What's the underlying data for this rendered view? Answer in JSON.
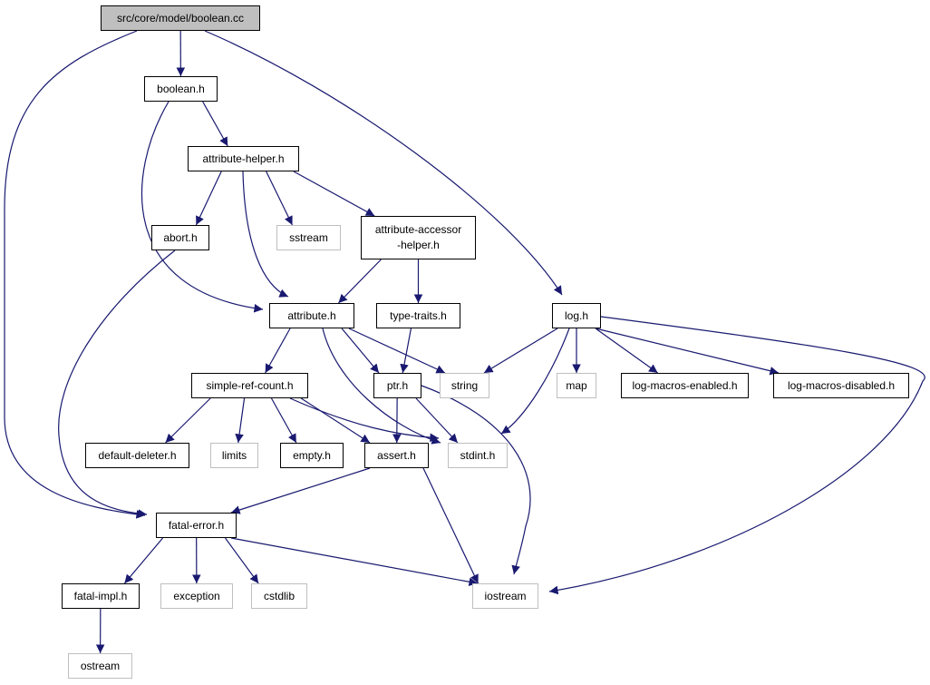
{
  "colors": {
    "edge": "#191970",
    "internal_border": "#000000",
    "external_border": "#bfbfbf",
    "root_fill": "#bfbfbf"
  },
  "nodes": [
    {
      "id": "boolean_cc",
      "label": "src/core/model/boolean.cc",
      "kind": "root"
    },
    {
      "id": "boolean_h",
      "label": "boolean.h",
      "kind": "internal"
    },
    {
      "id": "attribute_helper_h",
      "label": "attribute-helper.h",
      "kind": "internal"
    },
    {
      "id": "abort_h",
      "label": "abort.h",
      "kind": "internal"
    },
    {
      "id": "sstream",
      "label": "sstream",
      "kind": "external"
    },
    {
      "id": "attribute_accessor_helper_h",
      "label": "attribute-accessor\n-helper.h",
      "kind": "internal"
    },
    {
      "id": "attribute_h",
      "label": "attribute.h",
      "kind": "internal"
    },
    {
      "id": "type_traits_h",
      "label": "type-traits.h",
      "kind": "internal"
    },
    {
      "id": "log_h",
      "label": "log.h",
      "kind": "internal"
    },
    {
      "id": "simple_ref_count_h",
      "label": "simple-ref-count.h",
      "kind": "internal"
    },
    {
      "id": "ptr_h",
      "label": "ptr.h",
      "kind": "internal"
    },
    {
      "id": "string",
      "label": "string",
      "kind": "external"
    },
    {
      "id": "map",
      "label": "map",
      "kind": "external"
    },
    {
      "id": "log_macros_enabled_h",
      "label": "log-macros-enabled.h",
      "kind": "internal"
    },
    {
      "id": "log_macros_disabled_h",
      "label": "log-macros-disabled.h",
      "kind": "internal"
    },
    {
      "id": "default_deleter_h",
      "label": "default-deleter.h",
      "kind": "internal"
    },
    {
      "id": "limits",
      "label": "limits",
      "kind": "external"
    },
    {
      "id": "empty_h",
      "label": "empty.h",
      "kind": "internal"
    },
    {
      "id": "assert_h",
      "label": "assert.h",
      "kind": "internal"
    },
    {
      "id": "stdint_h",
      "label": "stdint.h",
      "kind": "external"
    },
    {
      "id": "fatal_error_h",
      "label": "fatal-error.h",
      "kind": "internal"
    },
    {
      "id": "fatal_impl_h",
      "label": "fatal-impl.h",
      "kind": "internal"
    },
    {
      "id": "exception",
      "label": "exception",
      "kind": "external"
    },
    {
      "id": "cstdlib",
      "label": "cstdlib",
      "kind": "external"
    },
    {
      "id": "iostream",
      "label": "iostream",
      "kind": "external"
    },
    {
      "id": "ostream",
      "label": "ostream",
      "kind": "external"
    }
  ],
  "edges": [
    [
      "boolean_cc",
      "boolean_h"
    ],
    [
      "boolean_cc",
      "log_h"
    ],
    [
      "boolean_cc",
      "fatal_error_h"
    ],
    [
      "boolean_h",
      "attribute_helper_h"
    ],
    [
      "boolean_h",
      "attribute_h"
    ],
    [
      "attribute_helper_h",
      "abort_h"
    ],
    [
      "attribute_helper_h",
      "sstream"
    ],
    [
      "attribute_helper_h",
      "attribute_accessor_helper_h"
    ],
    [
      "attribute_helper_h",
      "attribute_h"
    ],
    [
      "attribute_accessor_helper_h",
      "attribute_h"
    ],
    [
      "attribute_accessor_helper_h",
      "type_traits_h"
    ],
    [
      "abort_h",
      "fatal_error_h"
    ],
    [
      "attribute_h",
      "simple_ref_count_h"
    ],
    [
      "attribute_h",
      "ptr_h"
    ],
    [
      "attribute_h",
      "string"
    ],
    [
      "attribute_h",
      "stdint_h"
    ],
    [
      "type_traits_h",
      "ptr_h"
    ],
    [
      "log_h",
      "string"
    ],
    [
      "log_h",
      "map"
    ],
    [
      "log_h",
      "log_macros_enabled_h"
    ],
    [
      "log_h",
      "log_macros_disabled_h"
    ],
    [
      "log_h",
      "stdint_h"
    ],
    [
      "log_h",
      "iostream"
    ],
    [
      "simple_ref_count_h",
      "default_deleter_h"
    ],
    [
      "simple_ref_count_h",
      "limits"
    ],
    [
      "simple_ref_count_h",
      "empty_h"
    ],
    [
      "simple_ref_count_h",
      "assert_h"
    ],
    [
      "simple_ref_count_h",
      "stdint_h"
    ],
    [
      "ptr_h",
      "assert_h"
    ],
    [
      "ptr_h",
      "stdint_h"
    ],
    [
      "ptr_h",
      "iostream"
    ],
    [
      "assert_h",
      "fatal_error_h"
    ],
    [
      "assert_h",
      "iostream"
    ],
    [
      "fatal_error_h",
      "fatal_impl_h"
    ],
    [
      "fatal_error_h",
      "exception"
    ],
    [
      "fatal_error_h",
      "cstdlib"
    ],
    [
      "fatal_error_h",
      "iostream"
    ],
    [
      "fatal_impl_h",
      "ostream"
    ]
  ]
}
